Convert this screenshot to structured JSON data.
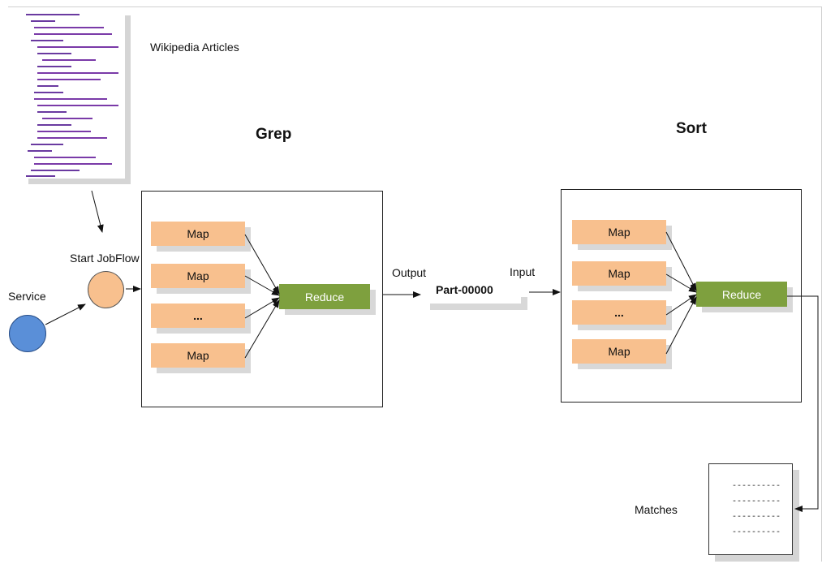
{
  "labels": {
    "wikipedia": "Wikipedia Articles",
    "grep_title": "Grep",
    "sort_title": "Sort",
    "start_jobflow": "Start JobFlow",
    "service": "Service",
    "output": "Output",
    "input": "Input",
    "part_file": "Part-00000",
    "matches": "Matches"
  },
  "grep": {
    "maps": [
      "Map",
      "Map",
      "...",
      "Map"
    ],
    "reduce": "Reduce"
  },
  "sort": {
    "maps": [
      "Map",
      "Map",
      "...",
      "Map"
    ],
    "reduce": "Reduce"
  },
  "matches_lines": [
    "----------",
    "----------",
    "----------",
    "----------"
  ],
  "colors": {
    "map_fill": "#f8c08e",
    "reduce_fill": "#7ea03e",
    "service_fill": "#5a8fd8",
    "jobflow_fill": "#f8c08e",
    "shadow": "#d8d8d8"
  }
}
